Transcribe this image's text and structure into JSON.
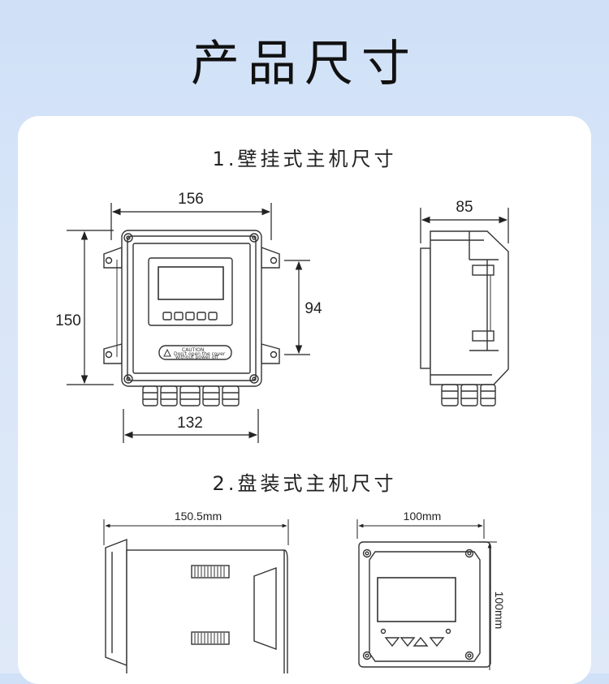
{
  "page_title": "产品尺寸",
  "sections": [
    {
      "title": "1.壁挂式主机尺寸",
      "dimensions": {
        "top_width": "156",
        "height": "150",
        "display_height": "94",
        "bottom_width": "132",
        "depth": "85"
      },
      "caution_label": "CAUTION",
      "caution_text": [
        "Don't open the cover",
        "without power off"
      ]
    },
    {
      "title": "2.盘装式主机尺寸",
      "dimensions": {
        "length": "150.5mm",
        "width": "100mm",
        "height": "100mm"
      }
    }
  ]
}
